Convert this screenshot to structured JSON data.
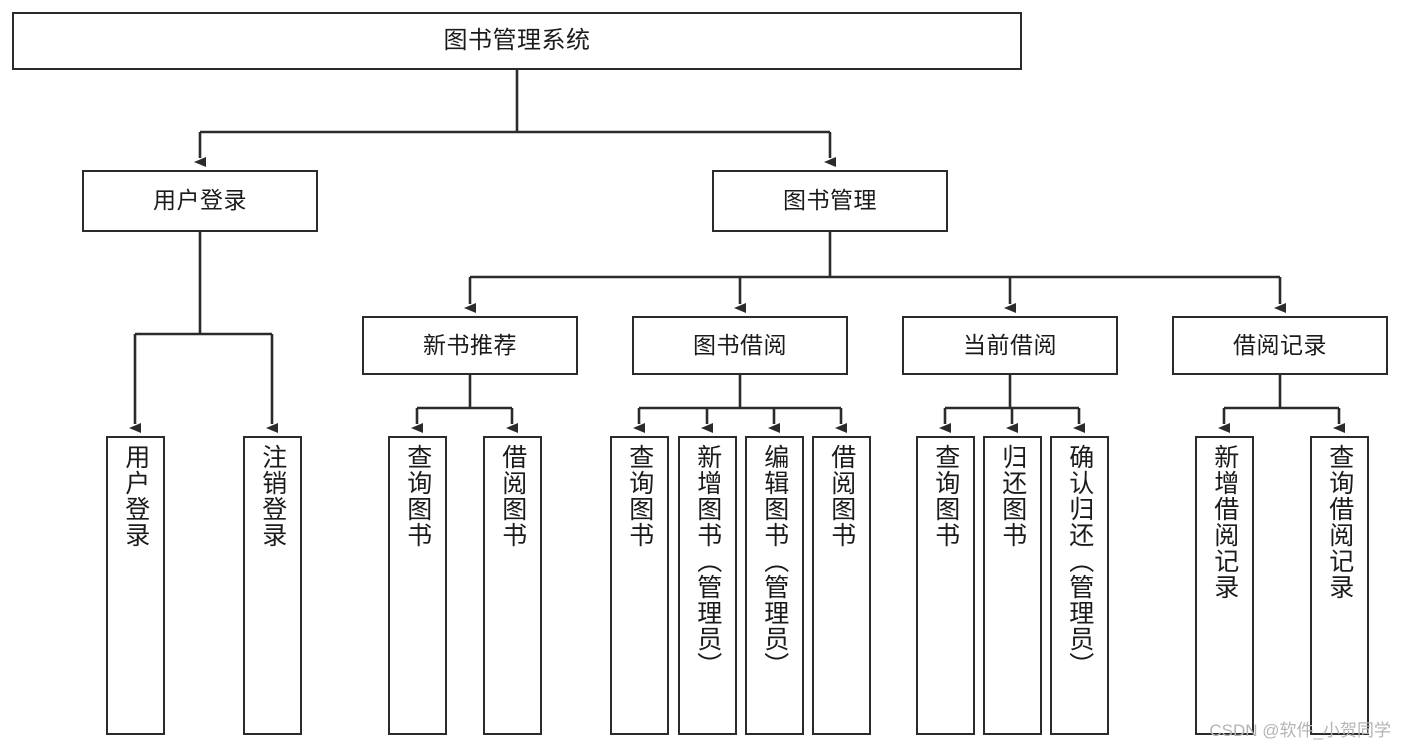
{
  "diagram": {
    "type": "tree-hierarchy",
    "title": "图书管理系统",
    "orientation": "top-down",
    "colors": {
      "border": "#2b2b2b",
      "background": "#ffffff",
      "text": "#1b1b1b",
      "watermark": "#b4b4b4"
    },
    "nodes": {
      "root": {
        "label": "图书管理系统"
      },
      "level2": [
        {
          "id": "user-login",
          "label": "用户登录"
        },
        {
          "id": "book-manage",
          "label": "图书管理"
        }
      ],
      "level3": [
        {
          "id": "new-book-recommend",
          "label": "新书推荐"
        },
        {
          "id": "book-borrow",
          "label": "图书借阅"
        },
        {
          "id": "current-borrow",
          "label": "当前借阅"
        },
        {
          "id": "borrow-record",
          "label": "借阅记录"
        }
      ],
      "leaves": {
        "user_login": [
          {
            "id": "leaf-user-login",
            "label": "用户登录"
          },
          {
            "id": "leaf-logout-login",
            "label": "注销登录"
          }
        ],
        "new_book_recommend": [
          {
            "id": "leaf-query-book-1",
            "label": "查询图书"
          },
          {
            "id": "leaf-borrow-book-1",
            "label": "借阅图书"
          }
        ],
        "book_borrow": [
          {
            "id": "leaf-query-book-2",
            "label": "查询图书"
          },
          {
            "id": "leaf-add-book",
            "label": "新增图书（管理员）"
          },
          {
            "id": "leaf-edit-book",
            "label": "编辑图书（管理员）"
          },
          {
            "id": "leaf-borrow-book-2",
            "label": "借阅图书"
          }
        ],
        "current_borrow": [
          {
            "id": "leaf-query-book-3",
            "label": "查询图书"
          },
          {
            "id": "leaf-return-book",
            "label": "归还图书"
          },
          {
            "id": "leaf-confirm-return",
            "label": "确认归还（管理员）"
          }
        ],
        "borrow_record": [
          {
            "id": "leaf-add-record",
            "label": "新增借阅记录"
          },
          {
            "id": "leaf-query-record",
            "label": "查询借阅记录"
          }
        ]
      }
    }
  },
  "watermark": {
    "text": "CSDN @软件_小贺同学"
  }
}
